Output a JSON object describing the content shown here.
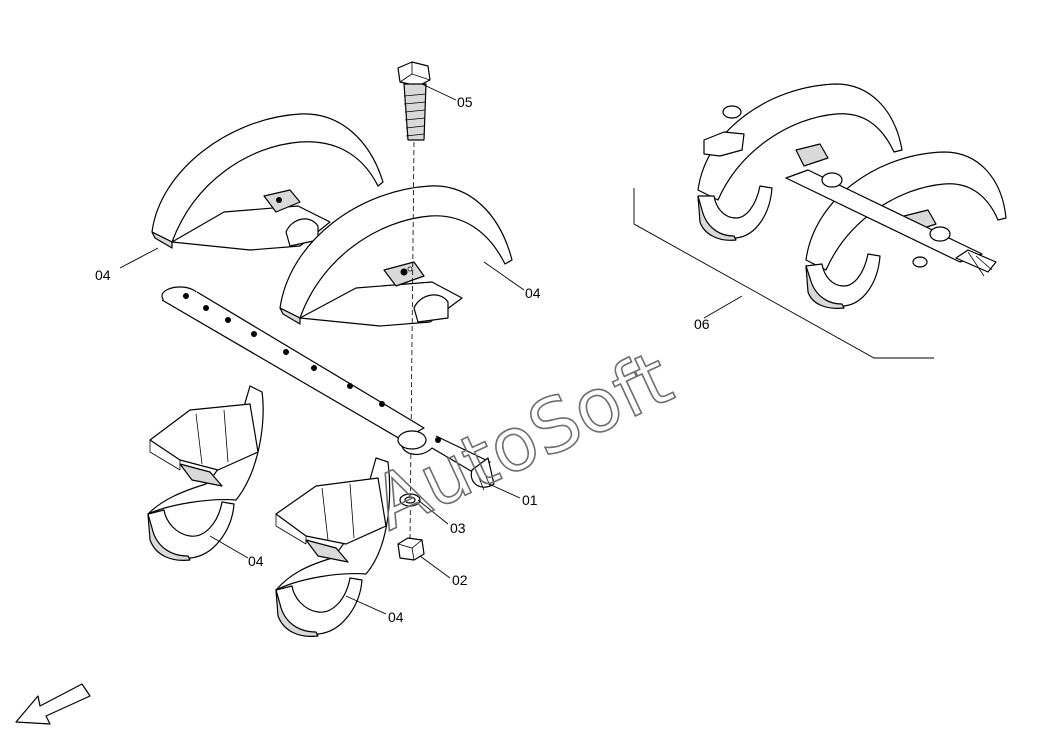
{
  "callouts": {
    "c01": "01",
    "c02": "02",
    "c03": "03",
    "c04a": "04",
    "c04b": "04",
    "c04c": "04",
    "c04d": "04",
    "c05": "05",
    "c06": "06"
  },
  "watermark": "AutoSoft",
  "colors": {
    "line": "#000000",
    "shade": "#d9d9d9",
    "watermark": "#6e6e6e"
  },
  "icons": {
    "direction": "direction-arrow-icon"
  }
}
